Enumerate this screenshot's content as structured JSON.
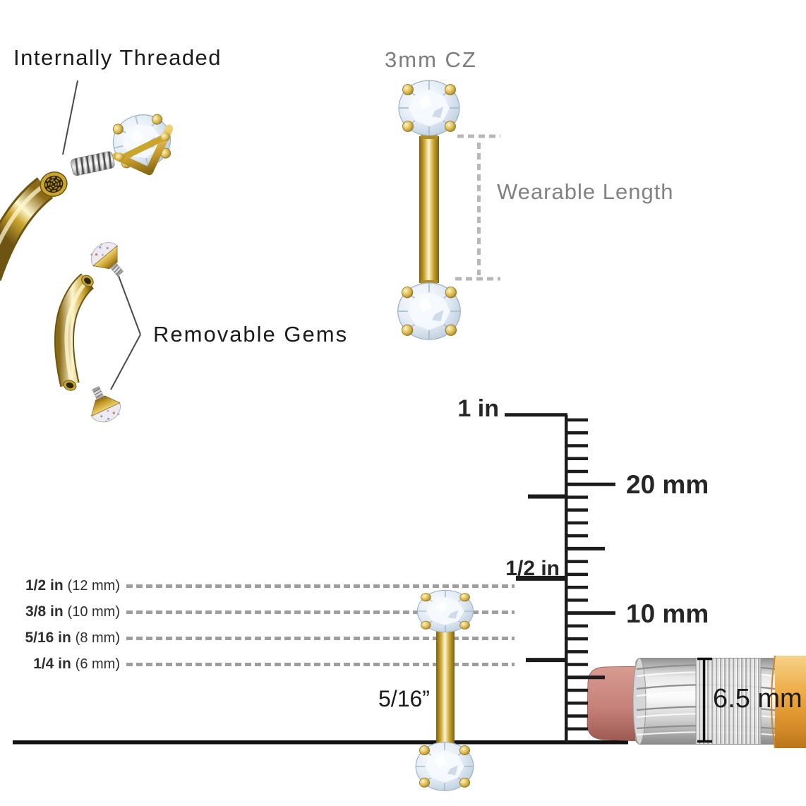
{
  "annotations": {
    "internally_threaded": "Internally Threaded",
    "gem_size": "3mm CZ",
    "wearable_length": "Wearable Length",
    "removable_gems": "Removable Gems",
    "bar_length": "5/16”",
    "eraser_diameter": "6.5 mm"
  },
  "ruler": {
    "inch_top_label": "1 in",
    "label_20mm": "20 mm",
    "inch_half_label": "1/2 in",
    "label_10mm": "10 mm",
    "mm_count": 25,
    "labeled_mm": [
      10,
      20
    ],
    "medium_mm": [
      5,
      15
    ],
    "inch_marks": [
      {
        "mm": 25.4,
        "len": 87,
        "sw": 5
      },
      {
        "mm": 19.05,
        "len": 54,
        "sw": 6
      },
      {
        "mm": 12.7,
        "len": 71,
        "sw": 7
      },
      {
        "mm": 6.35,
        "len": 57,
        "sw": 6
      }
    ]
  },
  "sizes": [
    {
      "fraction": "1/2 in",
      "mm_text": "(12 mm)",
      "mm": 12
    },
    {
      "fraction": "3/8 in",
      "mm_text": "(10 mm)",
      "mm": 10
    },
    {
      "fraction": "5/16 in",
      "mm_text": "(8 mm)",
      "mm": 8
    },
    {
      "fraction": "1/4 in",
      "mm_text": "(6 mm)",
      "mm": 6
    }
  ],
  "colors": {
    "gold": "#caa52e",
    "gem": "#dfe9f4",
    "eraser": "#c5817a",
    "ferrule": "#dcdcdc",
    "pencil_body": "#eda63e",
    "ink": "#1c1c1c",
    "gray_text": "#828282",
    "dash_gray": "#9e9e9e"
  }
}
